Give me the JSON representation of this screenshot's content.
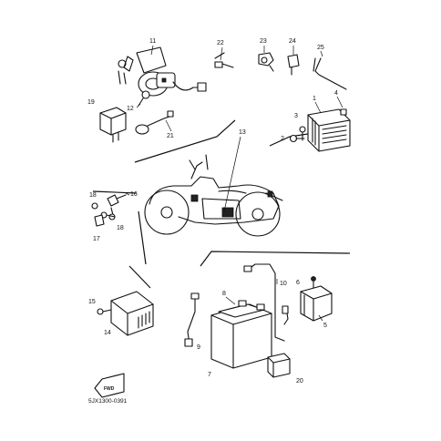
{
  "diagram": {
    "drawing_code": "5JX1300-0391",
    "direction_marker": "FWD",
    "callouts": [
      {
        "id": "c1",
        "label": "1"
      },
      {
        "id": "c2",
        "label": "2"
      },
      {
        "id": "c3",
        "label": "3"
      },
      {
        "id": "c4",
        "label": "4"
      },
      {
        "id": "c5",
        "label": "5"
      },
      {
        "id": "c6",
        "label": "6"
      },
      {
        "id": "c7",
        "label": "7"
      },
      {
        "id": "c8",
        "label": "8"
      },
      {
        "id": "c9",
        "label": "9"
      },
      {
        "id": "c10",
        "label": "10"
      },
      {
        "id": "c11",
        "label": "11"
      },
      {
        "id": "c12",
        "label": "12"
      },
      {
        "id": "c13",
        "label": "13"
      },
      {
        "id": "c14",
        "label": "14"
      },
      {
        "id": "c15",
        "label": "15"
      },
      {
        "id": "c16",
        "label": "16"
      },
      {
        "id": "c17",
        "label": "17"
      },
      {
        "id": "c18a",
        "label": "18"
      },
      {
        "id": "c18b",
        "label": "18"
      },
      {
        "id": "c19",
        "label": "19"
      },
      {
        "id": "c20",
        "label": "20"
      },
      {
        "id": "c21",
        "label": "21"
      },
      {
        "id": "c22",
        "label": "22"
      },
      {
        "id": "c23",
        "label": "23"
      },
      {
        "id": "c24",
        "label": "24"
      },
      {
        "id": "c25",
        "label": "25"
      }
    ]
  }
}
